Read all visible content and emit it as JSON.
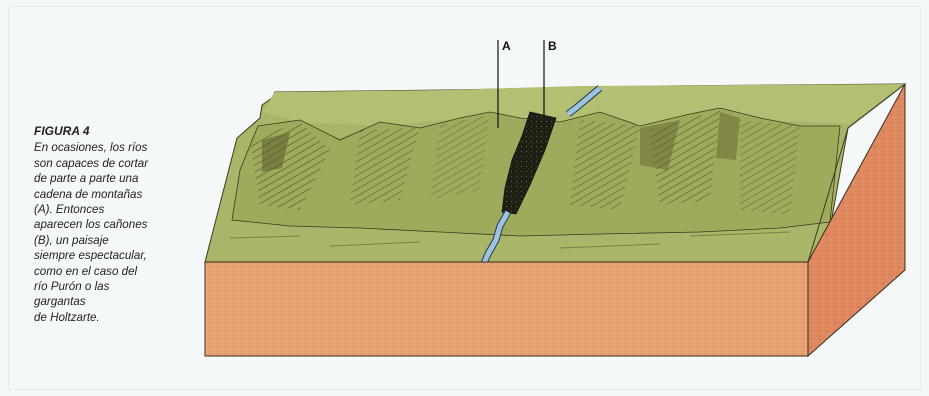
{
  "figure": {
    "title": "FIGURA 4",
    "caption_lines": [
      "En ocasiones, los ríos",
      "son capaces de cortar",
      "de parte a parte una",
      "cadena de montañas",
      "(A). Entonces",
      "aparecen los cañones",
      "(B), un paisaje",
      "siempre espectacular,",
      "como en el caso del",
      "río Purón o las",
      "gargantas",
      "de Holtzarte."
    ]
  },
  "labels": {
    "a": "A",
    "b": "B"
  },
  "colors": {
    "grass": "#a9b66a",
    "grass_dark": "#8d9a4e",
    "mountain_shadow": "#5f5a2c",
    "rock_front": "#e9a474",
    "rock_side": "#df8860",
    "river": "#9cc3df",
    "canyon": "#1e1d14"
  }
}
